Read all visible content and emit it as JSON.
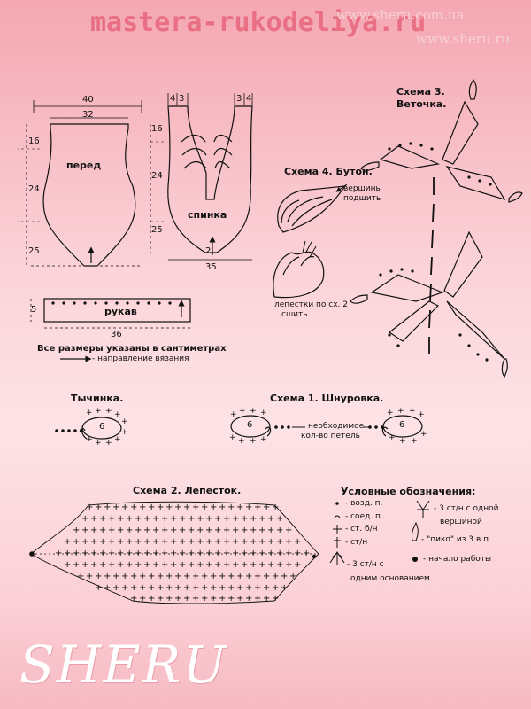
{
  "watermark": {
    "site": "mastera-rukodeliya.ru",
    "url_top": "www.sheru.com.ua",
    "url_bottom": "www.sheru.ru"
  },
  "logo": "SHERU",
  "front": {
    "label": "перед",
    "dim_top_outer": "40",
    "dim_top_inner": "32",
    "dim_left_top": "16",
    "dim_left_mid": "24",
    "dim_left_bottom": "25"
  },
  "back": {
    "label": "спинка",
    "dim_top_left_a": "4",
    "dim_top_left_b": "3",
    "dim_top_right_a": "3",
    "dim_top_right_b": "4",
    "dim_left_top": "16",
    "dim_left_mid": "24",
    "dim_left_bottom": "25",
    "dim_bottom_small": "2",
    "dim_bottom": "35"
  },
  "sleeve": {
    "label": "рукав",
    "dim_height": "5",
    "dim_length": "36"
  },
  "notes": {
    "sizes": "Все размеры указаны в сантиметрах",
    "direction": "- направление вязания"
  },
  "scheme4": {
    "title": "Схема 4. Бутон.",
    "tops_line1": "вершины",
    "tops_line2": "подшить",
    "petals_line1": "лепестки по сх. 2",
    "petals_line2": "сшить"
  },
  "scheme3": {
    "title_line1": "Схема 3.",
    "title_line2": "Веточка."
  },
  "stamen": {
    "title": "Тычинка.",
    "center": "6"
  },
  "scheme1": {
    "title": "Схема 1. Шнуровка.",
    "center_left": "6",
    "center_right": "6",
    "note_line1": "необходимое",
    "note_line2": "кол-во петель"
  },
  "scheme2": {
    "title": "Схема 2. Лепесток."
  },
  "legend": {
    "title": "Условные обозначения:",
    "items": [
      "- возд. п.",
      "- соед. п.",
      "- ст. б/н",
      "- ст/н",
      "- 3 ст/н с",
      "одним основанием"
    ],
    "right_items": [
      "- 3 ст/н с одной",
      "вершиной",
      "- \"пико\" из 3 в.п.",
      "- начало работы"
    ]
  },
  "colors": {
    "background_top": "#f4a7b2",
    "background_mid": "#fde3e6",
    "watermark": "#e86a7f",
    "ink": "#111111"
  }
}
